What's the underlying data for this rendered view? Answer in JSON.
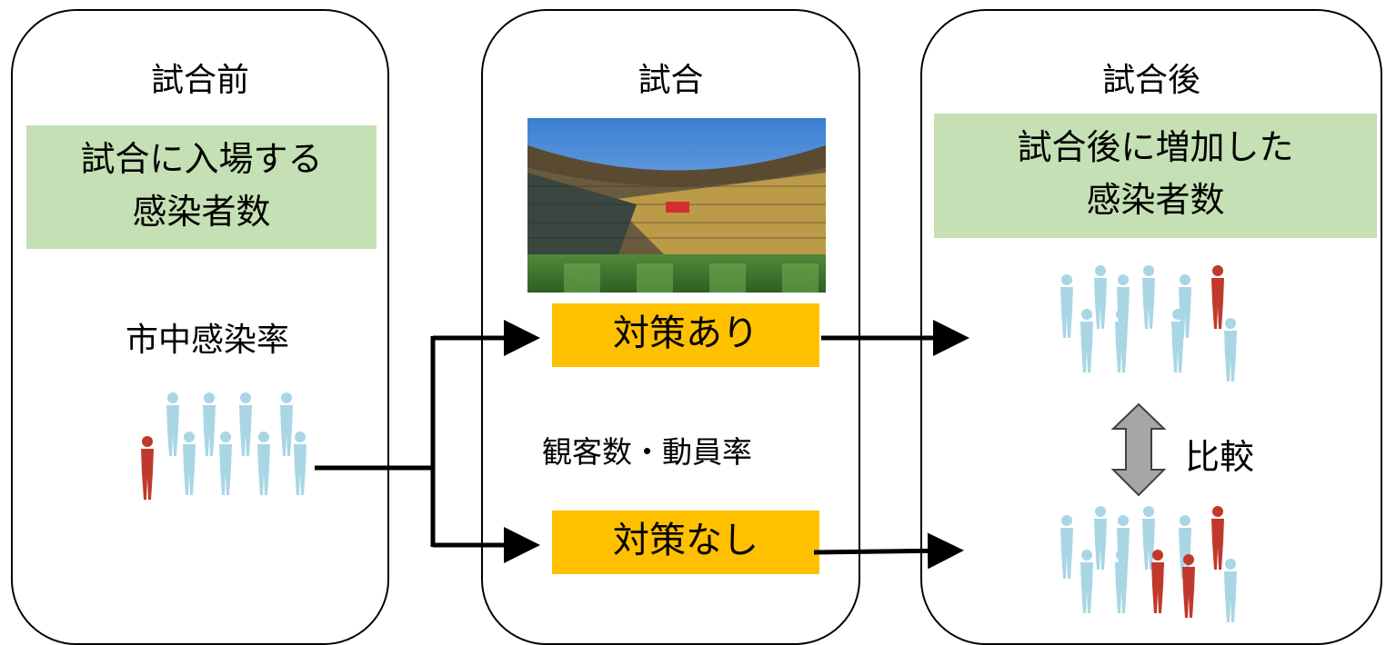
{
  "panels": {
    "before": {
      "title": "試合前",
      "box_line1": "試合に入場する",
      "box_line2": "感染者数",
      "rate_label": "市中感染率"
    },
    "match": {
      "title": "試合",
      "with_measures": "対策あり",
      "audience_label": "観客数・動員率",
      "without_measures": "対策なし"
    },
    "after": {
      "title": "試合後",
      "box_line1": "試合後に増加した",
      "box_line2": "感染者数",
      "compare_label": "比較"
    }
  },
  "colors": {
    "green_box": "#c5e0b4",
    "orange_box": "#ffc000",
    "person_healthy": "#a9d6e5",
    "person_infected": "#c0392b",
    "compare_arrow": "#a6a6a6"
  }
}
